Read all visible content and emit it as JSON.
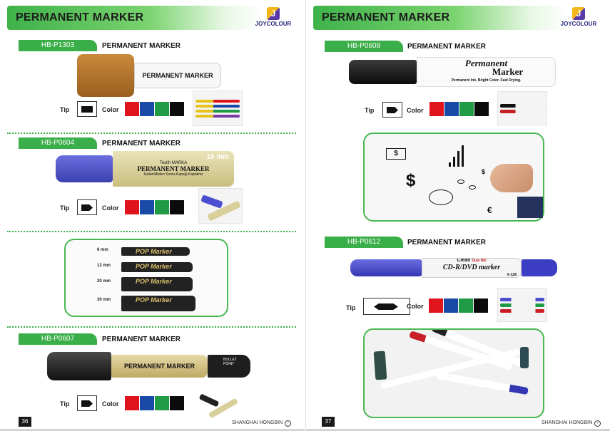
{
  "brand": {
    "logo_glyph": "J",
    "logo_text": "JOYCOLOUR",
    "footer": "SHANGHAI HONGBIN"
  },
  "left_page": {
    "header": "PERMANENT MARKER",
    "page_number": "36",
    "products": [
      {
        "model": "HB-P1303",
        "name": "PERMANENT MARKER",
        "barrel_text": "PERMANENT MARKER",
        "tip_label": "Tip",
        "color_label": "Color"
      },
      {
        "model": "HB-P0604",
        "name": "PERMANENT MARKER",
        "barrel_text": "PERMANENT MARKER",
        "barrel_top": "Teslih MARKA",
        "barrel_size": "10 mm",
        "barrel_sub": "Kullanildikten Sonra Kapaği Kapatiniz",
        "tip_label": "Tip",
        "color_label": "Color"
      },
      {
        "model": "HB-P0607",
        "name": "PERMANENT MARKER",
        "barrel_text": "PERMANENT MARKER",
        "barrel_tag": "BULLET POINT",
        "tip_label": "Tip",
        "color_label": "Color"
      }
    ],
    "sizes": [
      {
        "label": "6 mm",
        "print": "POP Marker"
      },
      {
        "label": "12 mm",
        "print": "POP Marker"
      },
      {
        "label": "20 mm",
        "print": "POP Marker"
      },
      {
        "label": "30 mm",
        "print": "POP Marker"
      }
    ]
  },
  "right_page": {
    "header": "PERMANENT MARKER",
    "page_number": "37",
    "products": [
      {
        "model": "HB-P0608",
        "name": "PERMANENT MARKER",
        "barrel_line1": "Permanent",
        "barrel_line2": "Marker",
        "barrel_sub": "Permanent Ink. Bright Color. Fast Drying.",
        "tip_label": "Tip",
        "color_label": "Color"
      },
      {
        "model": "HB-P0612",
        "name": "PERMANENT MARKER",
        "barrel_top": "Clean",
        "barrel_top2": "Dual Nib",
        "barrel_line1": "CD-R/DVD marker",
        "barrel_code": "X-128",
        "tip_label": "Tip",
        "color_label": "Color"
      }
    ]
  },
  "colors": {
    "swatches": [
      "#e0141d",
      "#1a4aa8",
      "#1f9a45",
      "#0b0b0b"
    ],
    "accent_green": "#3aae48",
    "cap_brown": "#b57629",
    "cap_blue": "#4b4fcf",
    "barrel_gold": "#d8cf9a"
  }
}
